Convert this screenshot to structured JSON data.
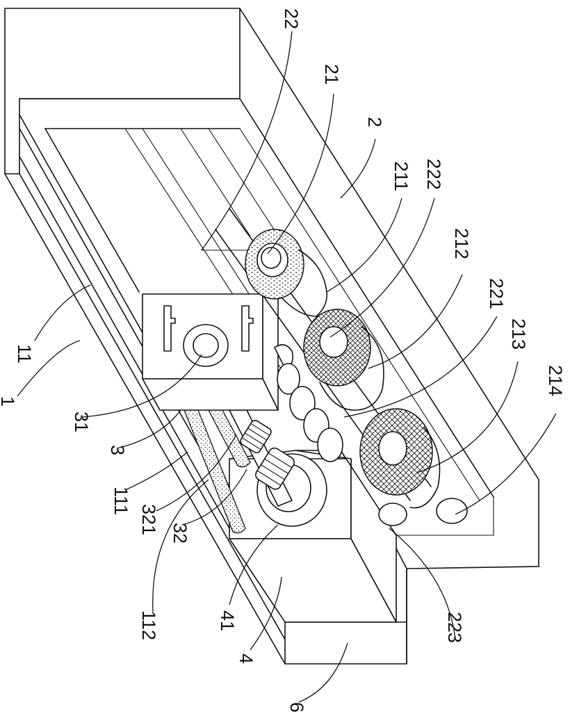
{
  "labels": {
    "l22": "22",
    "l21": "21",
    "l2": "2",
    "l211": "211",
    "l222": "222",
    "l212": "212",
    "l221": "221",
    "l213": "213",
    "l214": "214",
    "l11": "11",
    "l1": "1",
    "l31": "31",
    "l3": "3",
    "l111": "111",
    "l321": "321",
    "l32": "32",
    "l112": "112",
    "l41": "41",
    "l4": "4",
    "l223": "223",
    "l6": "6"
  }
}
